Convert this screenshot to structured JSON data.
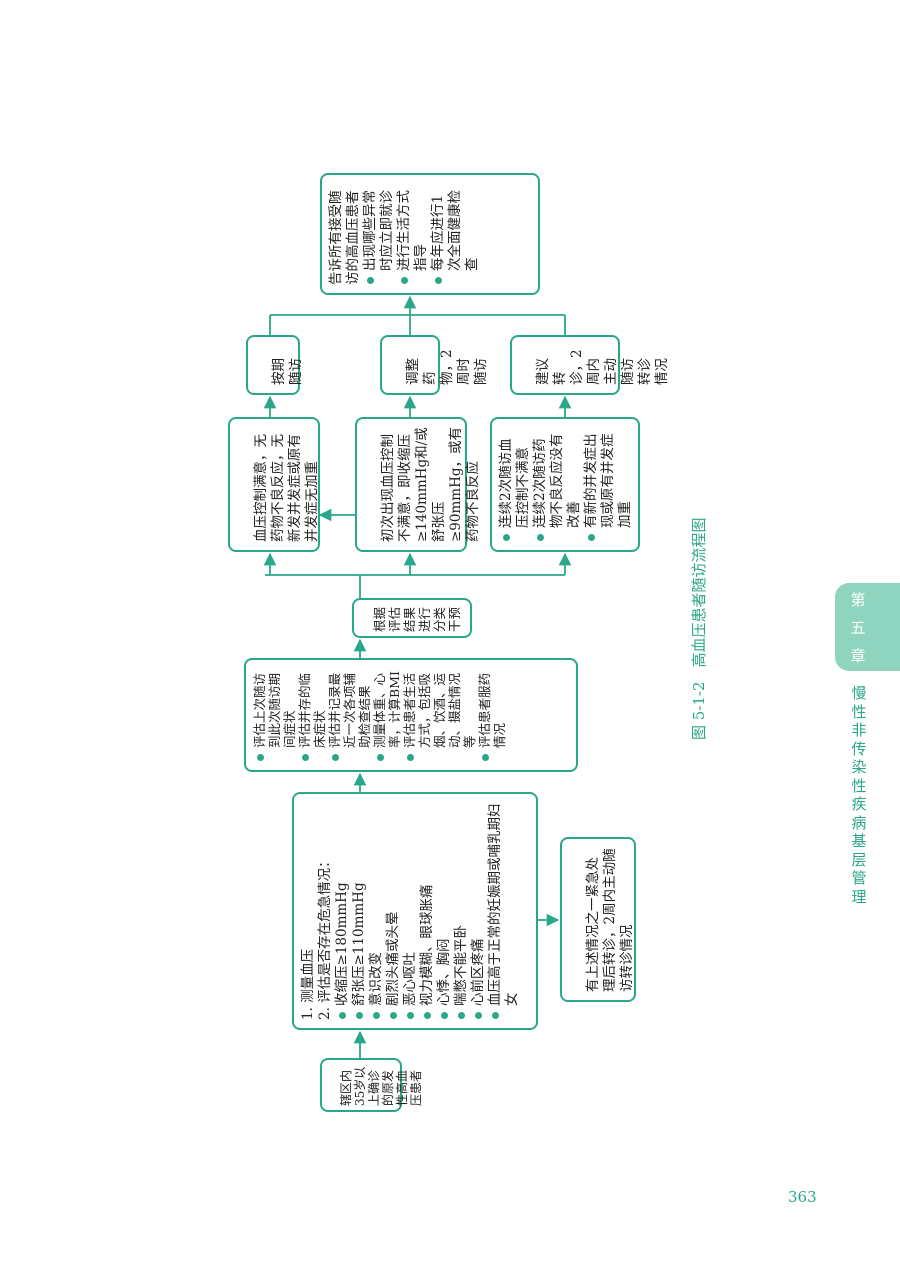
{
  "flowchart": {
    "start": "辖区内35岁以上确诊的原发性高血压患者",
    "assess": {
      "items": [
        "1. 测量血压",
        "2. 评估是否存在危急情况："
      ],
      "bullets": [
        "收缩压≥180mmHg",
        "舒张压≥110mmHg",
        "意识改变",
        "剧烈头痛或头晕",
        "恶心呕吐",
        "视力模糊、眼球胀痛",
        "心悸、胸闷",
        "喘憋不能平卧",
        "心前区疼痛",
        "血压高于正常的妊娠期或哺乳期妇女"
      ]
    },
    "emergency": "有上述情况之一紧急处理后转诊，2周内主动随访转诊情况",
    "routine": [
      "评估上次随访到此次随访期间症状",
      "评估并存的临床症状",
      "评估并记录最近一次各项辅助检查结果",
      "测量体重、心率，计算BMI",
      "评估患者生活方式，包括吸烟、饮酒、运动、摄盐情况等",
      "评估患者服药情况"
    ],
    "classify": "根据评估结果进行分类干预",
    "cat1": "血压控制满意，无药物不良反应，无新发并发症或原有并发症无加重",
    "cat2": "初次出现血压控制不满意，即收缩压≥140mmHg和/或舒张压≥90mmHg，或有药物不良反应",
    "cat3": [
      "连续2次随访血压控制不满意",
      "连续2次随访药物不良反应没有改善",
      "有新的并发症出现或原有并发症加重"
    ],
    "act1": "按期随访",
    "act2": "调整药物，2周时随访",
    "act3": "建议转诊，2周内主动随访转诊情况",
    "final": {
      "intro": "告诉所有接受随访的高血压患者",
      "bullets": [
        "出现哪些异常时应立即就诊",
        "进行生活方式指导",
        "每年应进行1次全面健康检查"
      ]
    }
  },
  "caption": {
    "number": "图 5-1-2",
    "title": "高血压患者随访流程图"
  },
  "chapter_tab": {
    "chars": [
      "第",
      "五",
      "章"
    ],
    "title": "慢性非传染性疾病基层管理"
  },
  "page_number": "363",
  "colors": {
    "accent": "#2aa78a",
    "tab": "#8fd4bf"
  }
}
